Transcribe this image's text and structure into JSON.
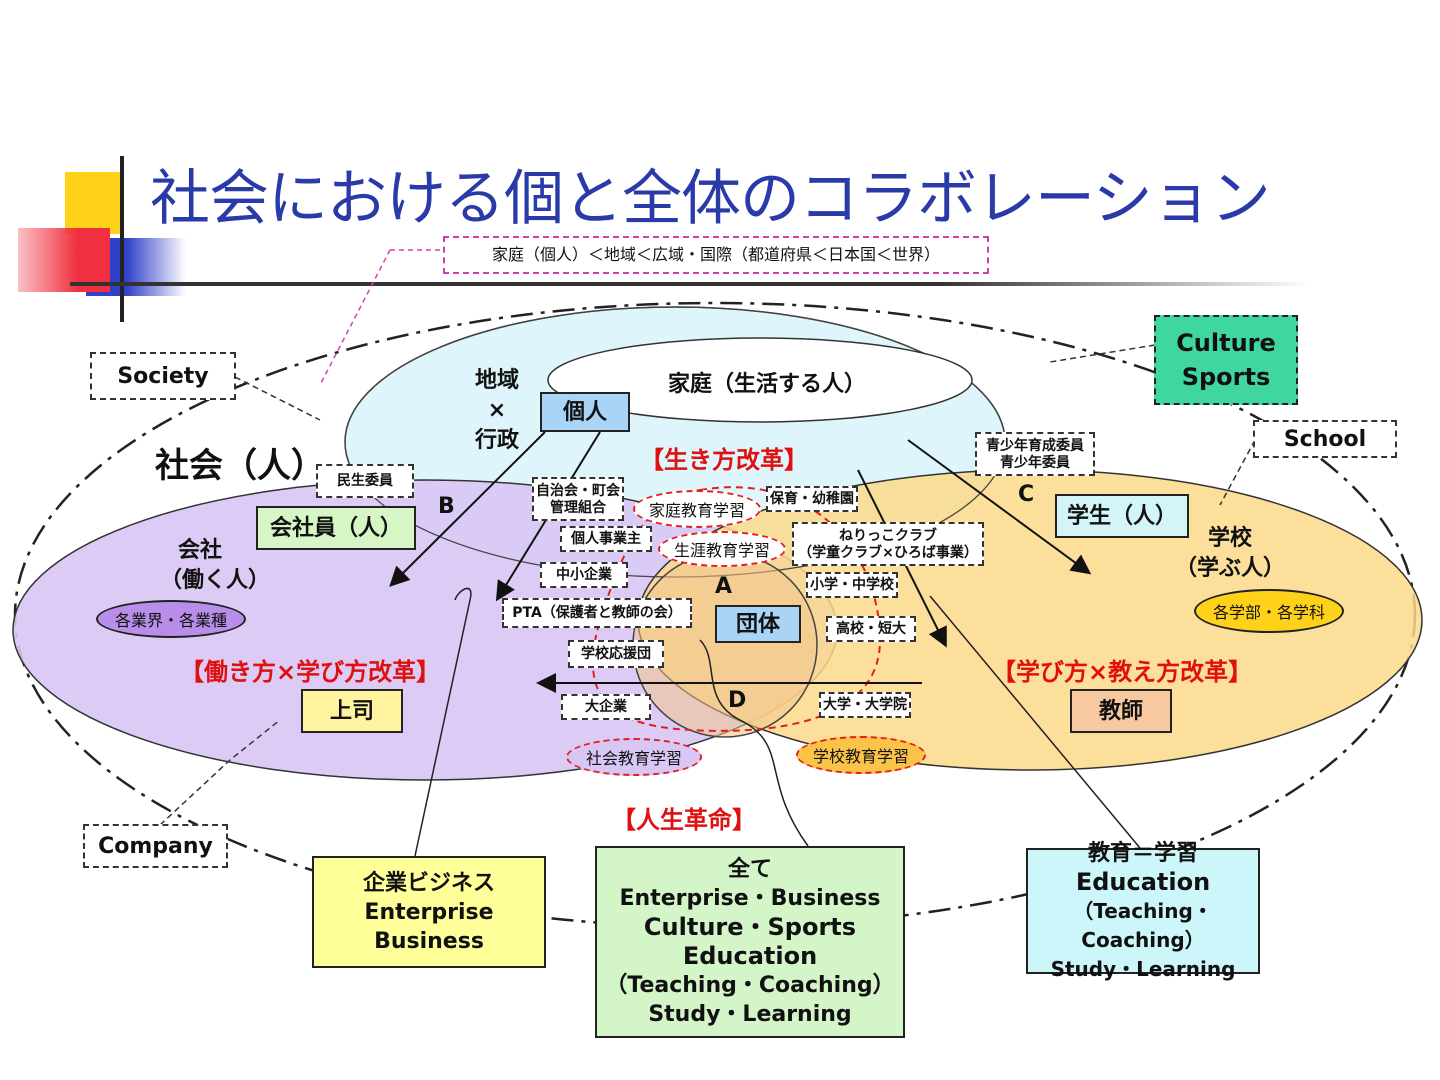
{
  "title": "社会における個と全体のコラボレーション",
  "scope_note": "家庭（個人）＜地域＜広域・国際（都道府県＜日本国＜世界）",
  "callouts": {
    "society": "Society",
    "company": "Company",
    "school": "School",
    "culture_line1": "Culture",
    "culture_line2": "Sports"
  },
  "regions": {
    "society_label": "社会（人）",
    "family": "家庭（生活する人）",
    "community_line1": "地域",
    "community_line2": "×",
    "community_line3": "行政",
    "company_line1": "会社",
    "company_line2": "（働く人）",
    "school_line1": "学校",
    "school_line2": "（学ぶ人）"
  },
  "people": {
    "individual": "個人",
    "employee": "会社員（人）",
    "student": "学生（人）",
    "boss": "上司",
    "teacher": "教師",
    "group": "団体"
  },
  "letters": {
    "a": "A",
    "b": "B",
    "c": "C",
    "d": "D"
  },
  "reforms": {
    "life": "【生き方改革】",
    "work": "【働き方×学び方改革】",
    "learn": "【学び方×教え方改革】",
    "revolution": "【人生革命】"
  },
  "pills": {
    "industries": "各業界・各業種",
    "faculties": "各学部・各学科",
    "home_edu": "家庭教育学習",
    "lifelong_edu": "生涯教育学習",
    "social_edu": "社会教育学習",
    "school_edu": "学校教育学習"
  },
  "orgs": {
    "welfare": "民生委員",
    "youth_line1": "青少年育成委員",
    "youth_line2": "青少年委員",
    "residents_line1": "自治会・町会",
    "residents_line2": "管理組合",
    "nursery": "保育・幼稚園",
    "sole_prop": "個人事業主",
    "nerikko_line1": "ねりっこクラブ",
    "nerikko_line2": "（学童クラブ×ひろば事業）",
    "sme": "中小企業",
    "elem_mid": "小学・中学校",
    "pta": "PTA（保護者と教師の会）",
    "high": "高校・短大",
    "support": "学校応援団",
    "large": "大企業",
    "univ": "大学・大学院"
  },
  "bottom": {
    "biz_line1": "企業ビジネス",
    "biz_line2": "Enterprise",
    "biz_line3": "Business",
    "all_line1": "全て",
    "all_line2": "Enterprise・Business",
    "all_line3": "Culture・Sports",
    "all_line4": "Education",
    "all_line5": "（Teaching・Coaching）",
    "all_line6": "Study・Learning",
    "edu_line1": "教育＝学習",
    "edu_line2": "Education",
    "edu_line3": "（Teaching・Coaching）",
    "edu_line4": "Study・Learning"
  },
  "colors": {
    "title": "#2a3aa8",
    "accent_yellow": "#ffd21a",
    "accent_red": "#f03040",
    "accent_blue": "#3040c8",
    "company_ellipse": "#d8c6f4",
    "school_ellipse": "#fbd98a",
    "community_ellipse": "#def6fb",
    "culture_box": "#3fd6a0",
    "employee_box": "#d6f6c6",
    "individual_box": "#a9d4f5",
    "student_box": "#d3f5f8",
    "teacher_box": "#f8c9a0",
    "boss_box": "#fff3a0",
    "biz_box": "#ffff99",
    "all_box": "#d4f5c8",
    "edu_box": "#ccf6fa",
    "reform_red": "#e01010"
  }
}
